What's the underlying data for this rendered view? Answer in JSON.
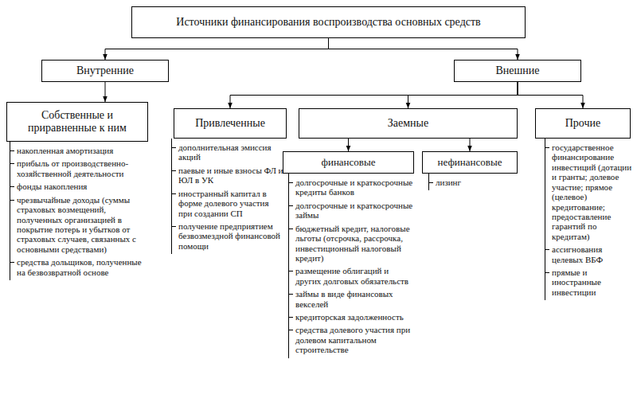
{
  "diagram": {
    "nodes": [
      {
        "text": [
          "Источники финансирования воспроизводства основных средств"
        ]
      },
      {
        "text": [
          "Внутренние"
        ]
      },
      {
        "text": [
          "Внешние"
        ]
      },
      {
        "text": [
          "Собственные и приравненные к ним"
        ]
      },
      {
        "text": [
          "Привлеченные"
        ]
      },
      {
        "text": [
          "Заемные"
        ]
      },
      {
        "text": [
          "Прочие"
        ]
      },
      {
        "text": [
          "финансовые"
        ]
      },
      {
        "text": [
          "нефинансовые"
        ]
      }
    ],
    "edges": [
      {
        "from": 0,
        "to": 1,
        "arrow": "to"
      },
      {
        "from": 0,
        "to": 2,
        "arrow": "to"
      },
      {
        "from": 1,
        "to": 3,
        "arrow": "to"
      },
      {
        "from": 2,
        "to": 4,
        "arrow": "to"
      },
      {
        "from": 2,
        "to": 5,
        "arrow": "to"
      },
      {
        "from": 2,
        "to": 6,
        "arrow": "to"
      },
      {
        "from": 5,
        "to": 7,
        "arrow": "to"
      },
      {
        "from": 5,
        "to": 8,
        "arrow": "to"
      }
    ],
    "labels": [
      "накопленная амортизация",
      "прибыль от производственно-хозяйственной деятельности",
      "фонды накопления",
      "чрезвычайные доходы (суммы страховых возмещений, полученных организацией в покрытие потерь и убытков от страховых случаев, связанных с основными средствами)",
      "средства дольщиков, полученные на безвозвратной основе",
      "дополнительная эмиссия акций",
      "паевые и иные взносы ФЛ и ЮЛ в УК",
      "иностранный капитал в форме долевого участия при создании СП",
      "получение предприятием безвозмездной финансовой помощи",
      "долгосрочные и краткосрочные кредиты банков",
      "долгосрочные и краткосрочные займы",
      "бюджетный кредит, налоговые льготы (отсрочка, рассрочка, инвестиционный налоговый кредит)",
      "размещение облигаций и других долговых обязательств",
      "займы в виде финансовых векселей",
      "кредиторская задолженность",
      "средства долевого участия при долевом капитальном строительстве",
      "лизинг",
      "государственное финансирование инвестиций (дотации и гранты; долевое участие; прямое (целевое) кредитование; предоставление гарантий по кредитам)",
      "ассигнования целевых ВБФ",
      "прямые и иностранные инвестиции"
    ]
  }
}
